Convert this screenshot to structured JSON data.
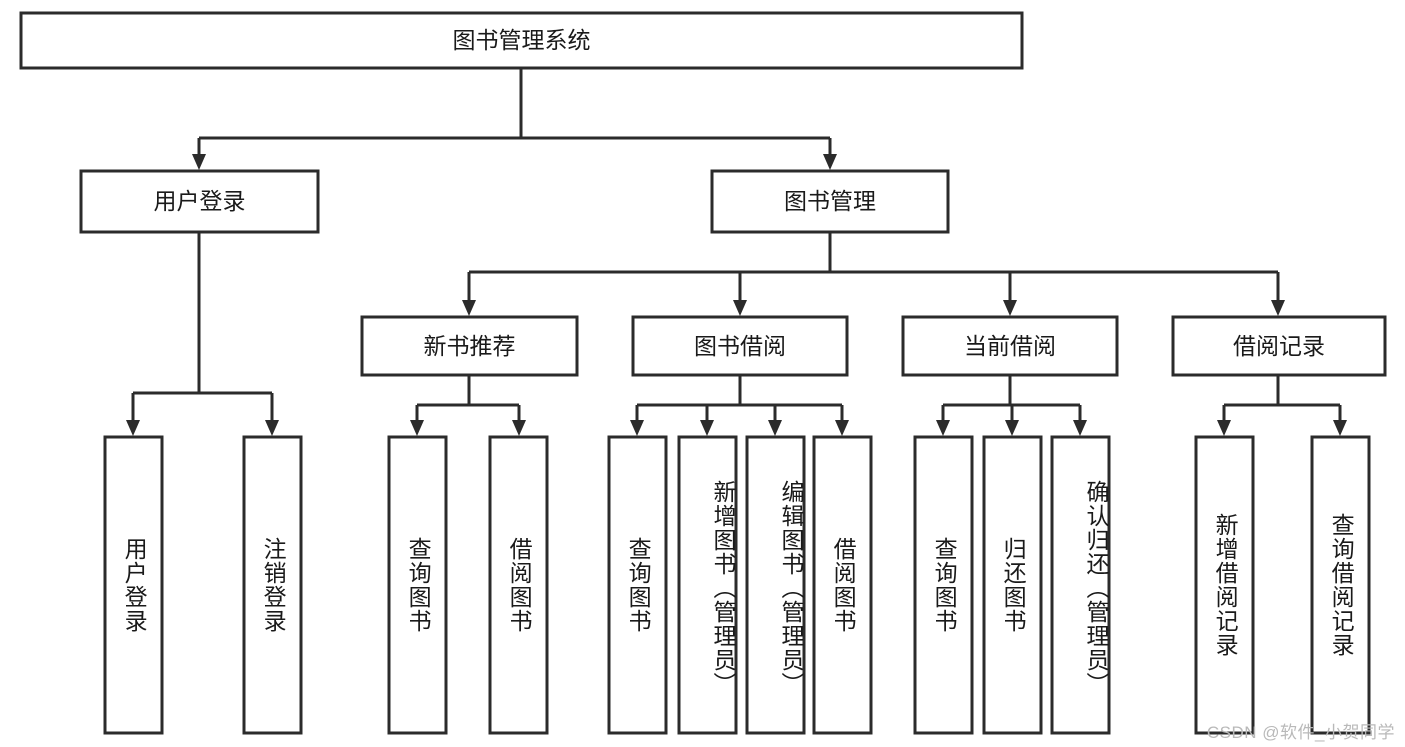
{
  "diagram": {
    "type": "tree-hierarchy-diagram",
    "title": "图书管理系统",
    "colors": {
      "box_fill": "#ffffff",
      "box_stroke": "#2b2b2b",
      "connector": "#2b2b2b",
      "text": "#1a1a1a",
      "background": "#ffffff",
      "watermark": "#b9b9b9"
    },
    "levels": {
      "level1": [
        {
          "id": "root",
          "label": "图书管理系统",
          "orientation": "horizontal"
        }
      ],
      "level2": [
        {
          "id": "user-login",
          "label": "用户登录",
          "orientation": "horizontal",
          "parent": "root"
        },
        {
          "id": "book-management",
          "label": "图书管理",
          "orientation": "horizontal",
          "parent": "root"
        }
      ],
      "level3": [
        {
          "id": "new-book-recommend",
          "label": "新书推荐",
          "orientation": "horizontal",
          "parent": "book-management"
        },
        {
          "id": "book-borrow",
          "label": "图书借阅",
          "orientation": "horizontal",
          "parent": "book-management"
        },
        {
          "id": "current-borrow",
          "label": "当前借阅",
          "orientation": "horizontal",
          "parent": "book-management"
        },
        {
          "id": "borrow-record",
          "label": "借阅记录",
          "orientation": "horizontal",
          "parent": "book-management"
        }
      ],
      "level4": [
        {
          "id": "leaf-user-login",
          "label": "用户登录",
          "orientation": "vertical",
          "parent": "user-login"
        },
        {
          "id": "leaf-logout-login",
          "label": "注销登录",
          "orientation": "vertical",
          "parent": "user-login"
        },
        {
          "id": "leaf-query-book-1",
          "label": "查询图书",
          "orientation": "vertical",
          "parent": "new-book-recommend"
        },
        {
          "id": "leaf-borrow-book-1",
          "label": "借阅图书",
          "orientation": "vertical",
          "parent": "new-book-recommend"
        },
        {
          "id": "leaf-query-book-2",
          "label": "查询图书",
          "orientation": "vertical",
          "parent": "book-borrow"
        },
        {
          "id": "leaf-add-book",
          "label": "新增图书（管理员）",
          "orientation": "vertical",
          "parent": "book-borrow"
        },
        {
          "id": "leaf-edit-book",
          "label": "编辑图书（管理员）",
          "orientation": "vertical",
          "parent": "book-borrow"
        },
        {
          "id": "leaf-borrow-book-2",
          "label": "借阅图书",
          "orientation": "vertical",
          "parent": "book-borrow"
        },
        {
          "id": "leaf-query-book-3",
          "label": "查询图书",
          "orientation": "vertical",
          "parent": "current-borrow"
        },
        {
          "id": "leaf-return-book",
          "label": "归还图书",
          "orientation": "vertical",
          "parent": "current-borrow"
        },
        {
          "id": "leaf-confirm-return",
          "label": "确认归还（管理员）",
          "orientation": "vertical",
          "parent": "current-borrow"
        },
        {
          "id": "leaf-add-record",
          "label": "新增借阅记录",
          "orientation": "vertical",
          "parent": "borrow-record"
        },
        {
          "id": "leaf-query-record",
          "label": "查询借阅记录",
          "orientation": "vertical",
          "parent": "borrow-record"
        }
      ]
    },
    "watermark": "CSDN @软件_小贺同学"
  }
}
